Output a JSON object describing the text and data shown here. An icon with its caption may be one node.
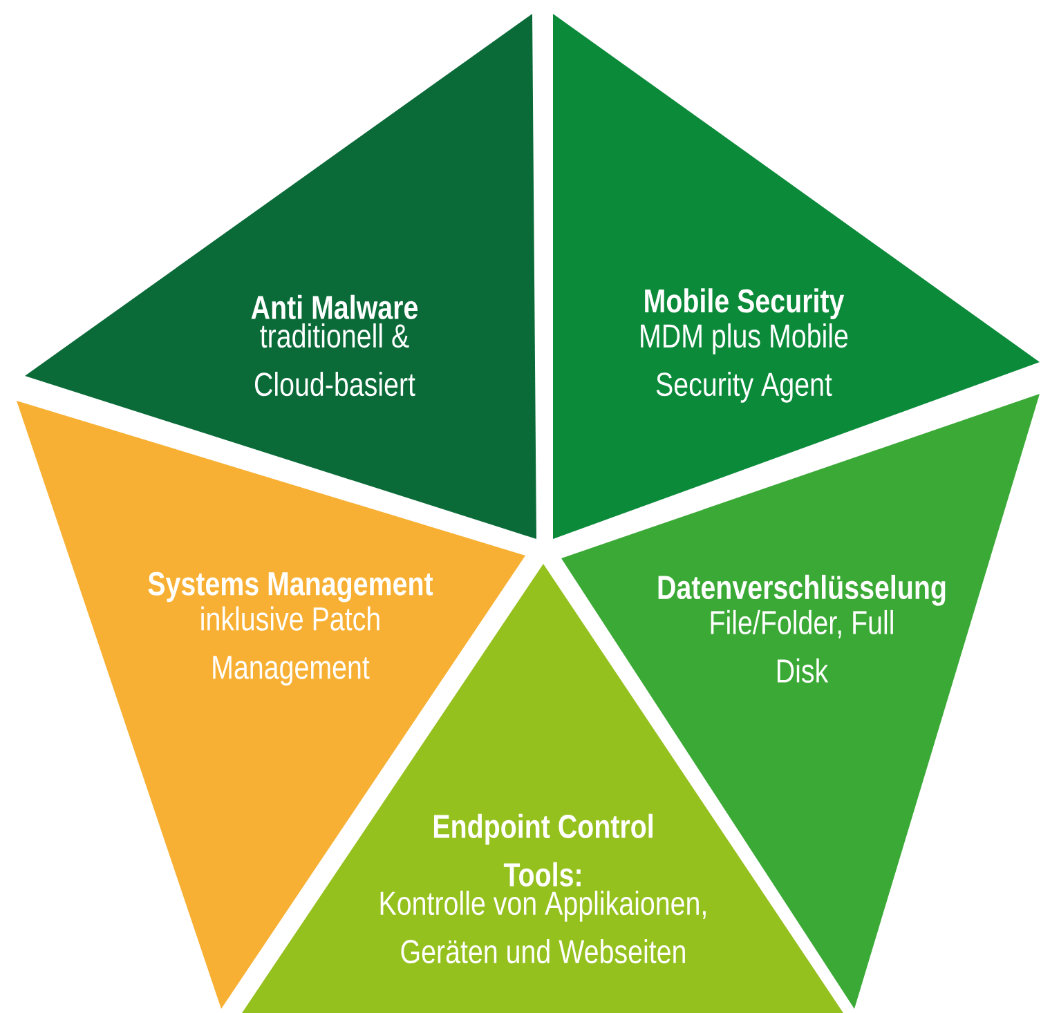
{
  "diagram": {
    "nodes": [
      {
        "text": [
          "Anti Malware",
          "traditionell & Cloud-basiert"
        ]
      },
      {
        "text": [
          "Mobile Security",
          "MDM plus Mobile Security Agent"
        ]
      },
      {
        "text": [
          "Systems Management",
          "inklusive Patch Management"
        ]
      },
      {
        "text": [
          "Datenverschlüsselung",
          "File/Folder, Full Disk"
        ]
      },
      {
        "text": [
          "Endpoint Control Tools:",
          "Kontrolle von Applikaionen, Geräten und Webseiten"
        ]
      }
    ]
  }
}
